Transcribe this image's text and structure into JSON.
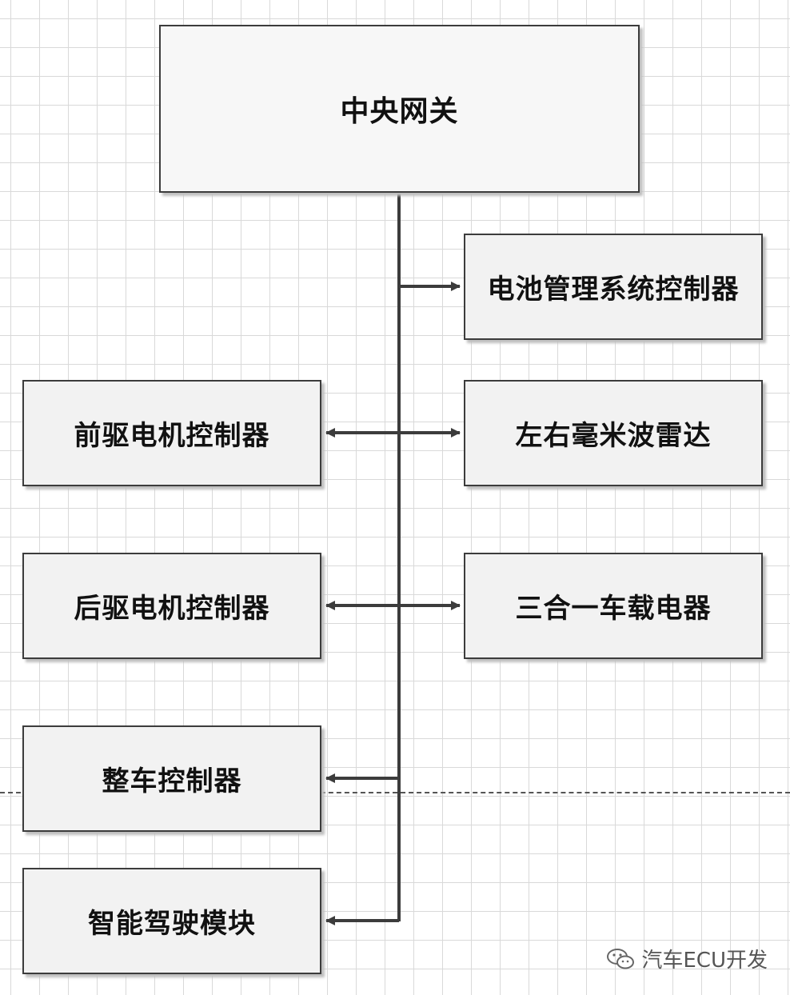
{
  "diagram": {
    "gateway": "中央网关",
    "right_nodes": [
      "电池管理系统控制器",
      "左右毫米波雷达",
      "三合一车载电器"
    ],
    "left_nodes": [
      "前驱电机控制器",
      "后驱电机控制器",
      "整车控制器",
      "智能驾驶模块"
    ]
  },
  "watermark": {
    "text": "汽车ECU开发",
    "icon": "wechat-icon"
  },
  "colors": {
    "line": "#3c3c3c",
    "box_fill": "#f2f2f2",
    "grid": "#d9d9d9"
  }
}
